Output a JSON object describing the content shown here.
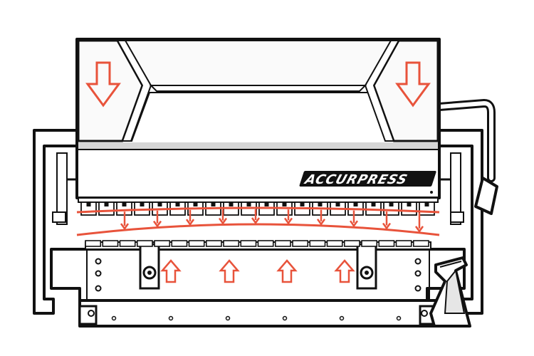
{
  "brand": {
    "logo_text": "ACCURPRESS"
  },
  "colors": {
    "outline": "#111111",
    "fill": "#ffffff",
    "panel_fill": "#fafafa",
    "accent": "#e8533b",
    "accent_light": "#f05a40",
    "shadow": "#cfcfcf"
  },
  "arrows": {
    "ram_down": [
      "arrow-down-icon",
      "arrow-down-icon"
    ],
    "bed_up": [
      "arrow-up-icon",
      "arrow-up-icon",
      "arrow-up-icon",
      "arrow-up-icon"
    ],
    "deflection_count": 10
  },
  "tooling": {
    "upper_segments": 20,
    "lower_segments": 20
  }
}
